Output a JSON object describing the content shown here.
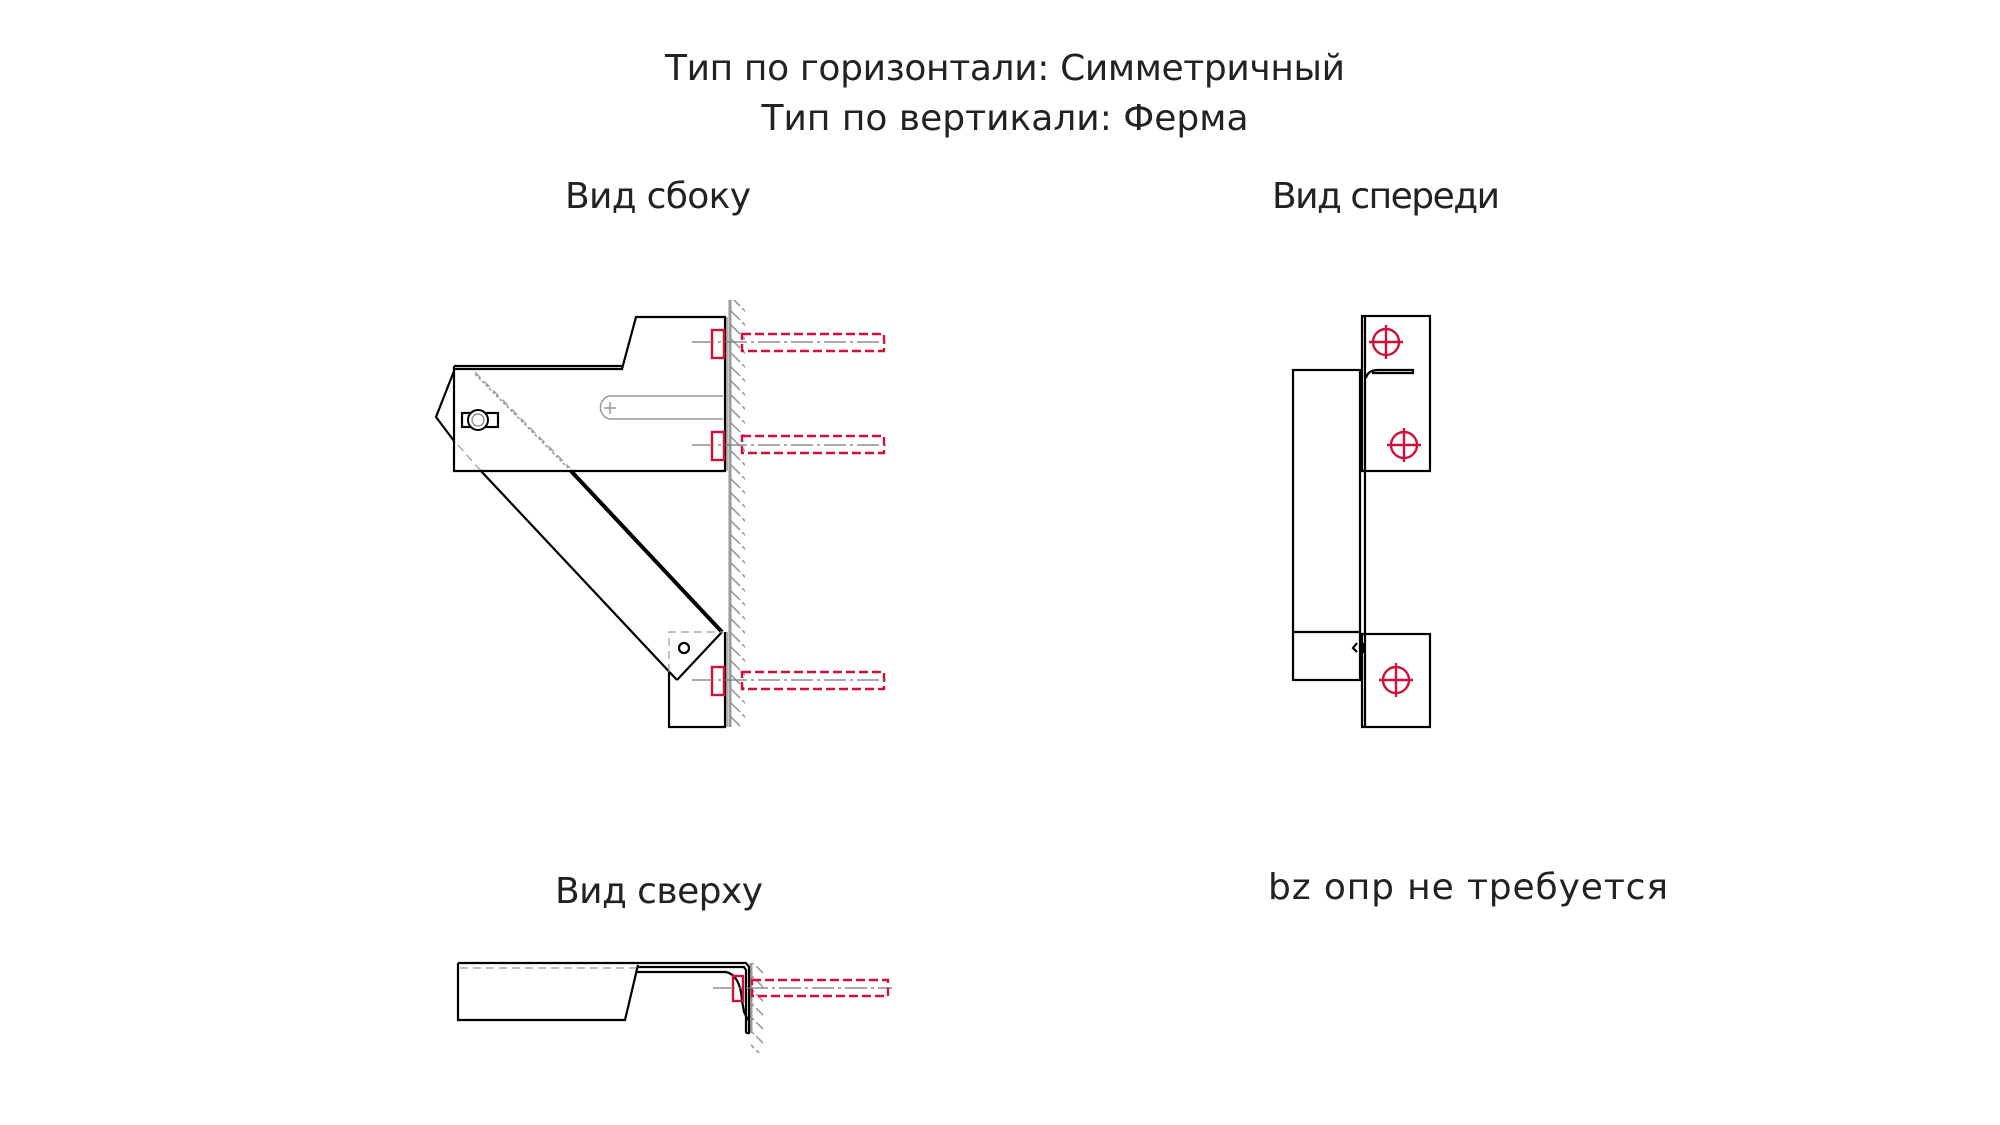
{
  "header": {
    "horizontal_type": "Тип по горизонтали: Симметричный",
    "vertical_type": "Тип по вертикали: Ферма"
  },
  "views": {
    "side": "Вид сбоку",
    "front": "Вид спереди",
    "top": "Вид сверху",
    "note": "bz опр не требуется"
  },
  "colors": {
    "line": "#000000",
    "anchor": "#d0103a",
    "wall": "#9a9a9a"
  }
}
